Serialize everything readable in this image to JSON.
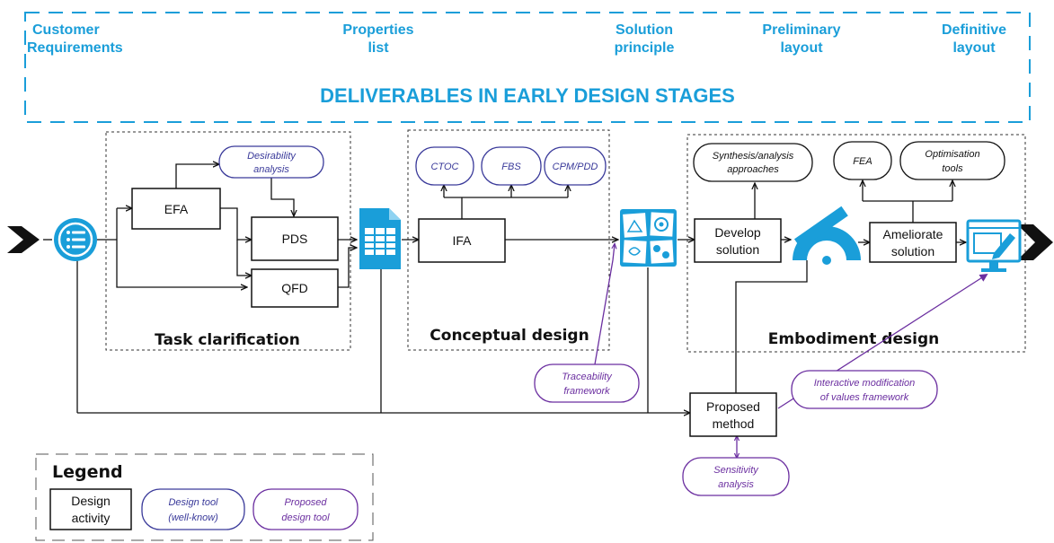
{
  "deliverables": {
    "title": "DELIVERABLES IN EARLY DESIGN STAGES",
    "items": [
      {
        "line1": "Customer",
        "line2": "Requirements"
      },
      {
        "line1": "Properties",
        "line2": "list"
      },
      {
        "line1": "Solution",
        "line2": "principle"
      },
      {
        "line1": "Preliminary",
        "line2": "layout"
      },
      {
        "line1": "Definitive",
        "line2": "layout"
      }
    ]
  },
  "stages": {
    "task_clarification": "Task clarification",
    "conceptual_design": "Conceptual design",
    "embodiment_design": "Embodiment design"
  },
  "activities": {
    "efa": "EFA",
    "pds": "PDS",
    "qfd": "QFD",
    "ifa": "IFA",
    "develop_line1": "Develop",
    "develop_line2": "solution",
    "ameliorate_line1": "Ameliorate",
    "ameliorate_line2": "solution",
    "proposed_line1": "Proposed",
    "proposed_line2": "method"
  },
  "tools": {
    "desirability_line1": "Desirability",
    "desirability_line2": "analysis",
    "ctoc": "CTOC",
    "fbs": "FBS",
    "cpm_pdd": "CPM/PDD",
    "synthesis_line1": "Synthesis/analysis",
    "synthesis_line2": "approaches",
    "fea": "FEA",
    "optimisation_line1": "Optimisation",
    "optimisation_line2": "tools"
  },
  "proposed_tools": {
    "traceability_line1": "Traceability",
    "traceability_line2": "framework",
    "interactive_line1": "Interactive modification",
    "interactive_line2": "of values framework",
    "sensitivity_line1": "Sensitivity",
    "sensitivity_line2": "analysis"
  },
  "legend": {
    "title": "Legend",
    "design_activity_line1": "Design",
    "design_activity_line2": "activity",
    "design_tool_line1": "Design tool",
    "design_tool_line2": "(well-know)",
    "proposed_tool_line1": "Proposed",
    "proposed_tool_line2": "design tool"
  },
  "colors": {
    "accent_cyan": "#1a9ed9",
    "tool_blue": "#3a3a9a",
    "proposed_purple": "#6b2fa0"
  },
  "icons": [
    "requirements-list-icon",
    "spreadsheet-icon",
    "sketches-icon",
    "protractor-icon",
    "monitor-edit-icon"
  ]
}
